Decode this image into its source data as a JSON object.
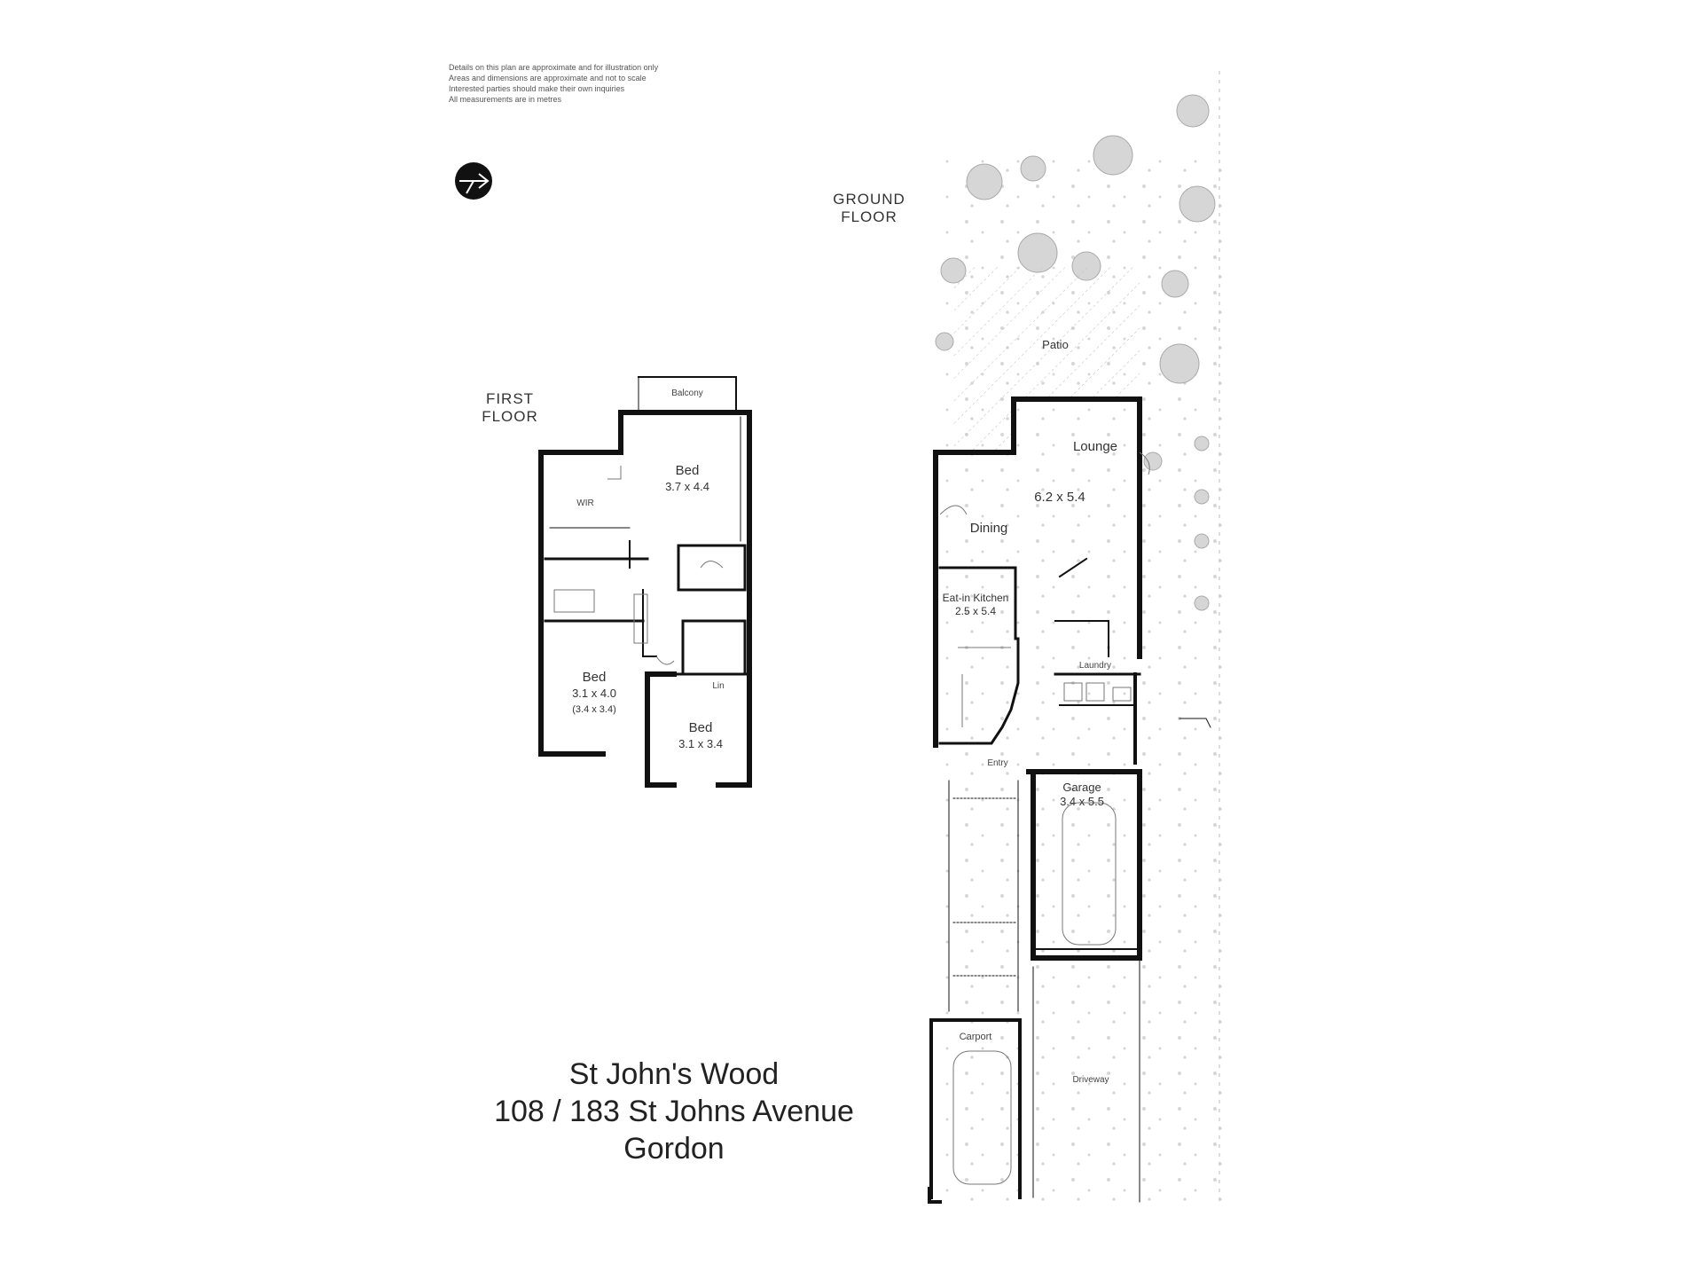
{
  "notes": [
    "Details on this plan are approximate and for illustration only",
    "Areas and dimensions are approximate and not to scale",
    "Interested parties should make their own inquiries",
    "All measurements are in metres"
  ],
  "floors": {
    "first": "FIRST FLOOR",
    "ground": "GROUND FLOOR"
  },
  "first_floor_rooms": {
    "balcony": "Balcony",
    "bed1_name": "Bed",
    "bed1_size": "3.7 x 4.4",
    "wir": "WIR",
    "bed2_name": "Bed",
    "bed2_size": "3.1 x 4.0",
    "bed2_sub": "(3.4 x 3.4)",
    "bed3_name": "Bed",
    "bed3_size": "3.1 x 3.4",
    "linen": "Lin"
  },
  "ground_floor_rooms": {
    "patio": "Patio",
    "lounge": "Lounge",
    "living_size": "6.2 x 5.4",
    "dining": "Dining",
    "kitchen_name": "Eat-in Kitchen",
    "kitchen_size": "2.5 x 5.4",
    "laundry": "Laundry",
    "entry": "Entry",
    "garage_name": "Garage",
    "garage_size": "3.4 x 5.5",
    "carport": "Carport",
    "driveway": "Driveway"
  },
  "caption": {
    "line1": "St John's Wood",
    "line2": "108 / 183 St Johns Avenue",
    "line3": "Gordon"
  },
  "icons": {
    "north": "north-arrow-icon"
  }
}
